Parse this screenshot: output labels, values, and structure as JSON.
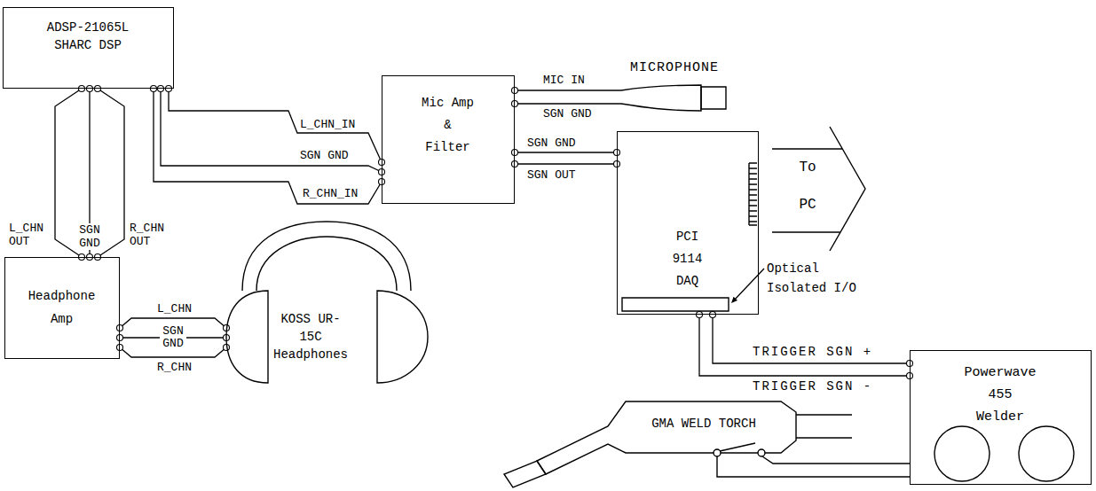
{
  "diagram": {
    "nodes": [
      {
        "text": [
          "ADSP-21065L SHARC DSP"
        ]
      },
      {
        "text": [
          "Mic Amp & Filter"
        ]
      },
      {
        "text": [
          "MICROPHONE"
        ]
      },
      {
        "text": [
          "PCI 9114 DAQ"
        ]
      },
      {
        "text": [
          "To PC"
        ]
      },
      {
        "text": [
          "Headphone Amp"
        ]
      },
      {
        "text": [
          "KOSS UR-15C Headphones"
        ]
      },
      {
        "text": [
          "GMA WELD TORCH"
        ]
      },
      {
        "text": [
          "Powerwave 455 Welder"
        ]
      }
    ],
    "edges": [
      {
        "from": 0,
        "to": 1,
        "label": "L_CHN_IN",
        "arrow": "none"
      },
      {
        "from": 0,
        "to": 1,
        "label": "SGN GND",
        "arrow": "none"
      },
      {
        "from": 0,
        "to": 1,
        "label": "R_CHN_IN",
        "arrow": "none"
      },
      {
        "from": 2,
        "to": 1,
        "label": "MIC IN",
        "arrow": "none"
      },
      {
        "from": 2,
        "to": 1,
        "label": "SGN GND",
        "arrow": "none"
      },
      {
        "from": 1,
        "to": 3,
        "label": "SGN GND",
        "arrow": "none"
      },
      {
        "from": 1,
        "to": 3,
        "label": "SGN OUT",
        "arrow": "none"
      },
      {
        "from": 0,
        "to": 5,
        "label": "L_CHN OUT",
        "arrow": "none"
      },
      {
        "from": 0,
        "to": 5,
        "label": "SGN GND",
        "arrow": "none"
      },
      {
        "from": 0,
        "to": 5,
        "label": "R_CHN OUT",
        "arrow": "none"
      },
      {
        "from": 5,
        "to": 6,
        "label": "L_CHN",
        "arrow": "none"
      },
      {
        "from": 5,
        "to": 6,
        "label": "SGN GND",
        "arrow": "none"
      },
      {
        "from": 5,
        "to": 6,
        "label": "R_CHN",
        "arrow": "none"
      },
      {
        "from": 3,
        "to": 8,
        "label": "TRIGGER SGN +",
        "arrow": "none"
      },
      {
        "from": 3,
        "to": 8,
        "label": "TRIGGER SGN -",
        "arrow": "none"
      },
      {
        "from": 7,
        "to": 8,
        "arrow": "none"
      },
      {
        "from": 7,
        "to": 8,
        "arrow": "none"
      }
    ],
    "labels": [
      "Optical Isolated I/O"
    ]
  }
}
